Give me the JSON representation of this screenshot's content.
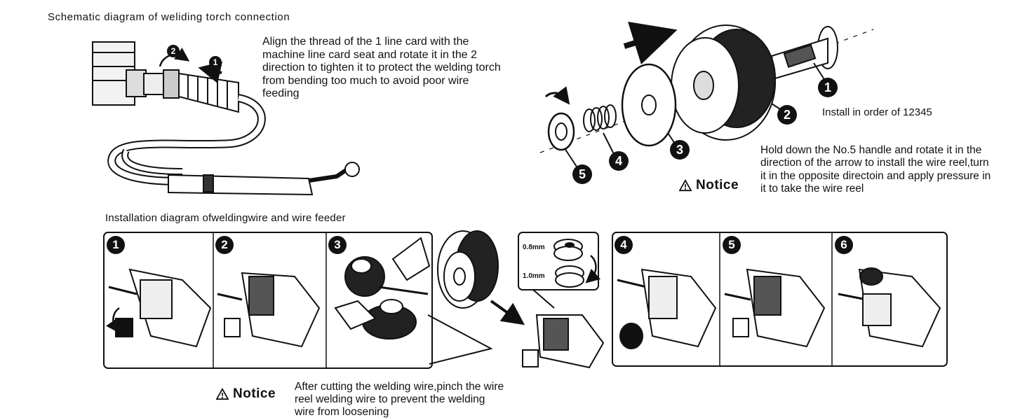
{
  "header": {
    "title": "Schematic diagram of weliding torch connection"
  },
  "torch": {
    "instruction": "Align the thread of the 1 line card with the machine line card seat and rotate it in the 2 direction to tighten it to protect the welding torch from bending too much to avoid poor wire feeding",
    "step1": "1",
    "step2": "2"
  },
  "reel": {
    "order_text": "Install in order of 12345",
    "parts": [
      "1",
      "2",
      "3",
      "4",
      "5"
    ],
    "notice_label": "Notice",
    "notice_text": "Hold down the No.5 handle and rotate it in the direction of the arrow to install the wire reel,turn it in the opposite directoin and apply pressure in it to take the wire reel"
  },
  "feeder": {
    "title": "Installation diagram ofweldingwire and wire feeder",
    "steps": [
      "1",
      "2",
      "3",
      "4",
      "5",
      "6"
    ],
    "roller_small": "0.8mm",
    "roller_large": "1.0mm",
    "notice_label": "Notice",
    "notice_text": "After cutting the welding wire,pinch the wire reel welding wire to prevent the welding wire from loosening"
  }
}
